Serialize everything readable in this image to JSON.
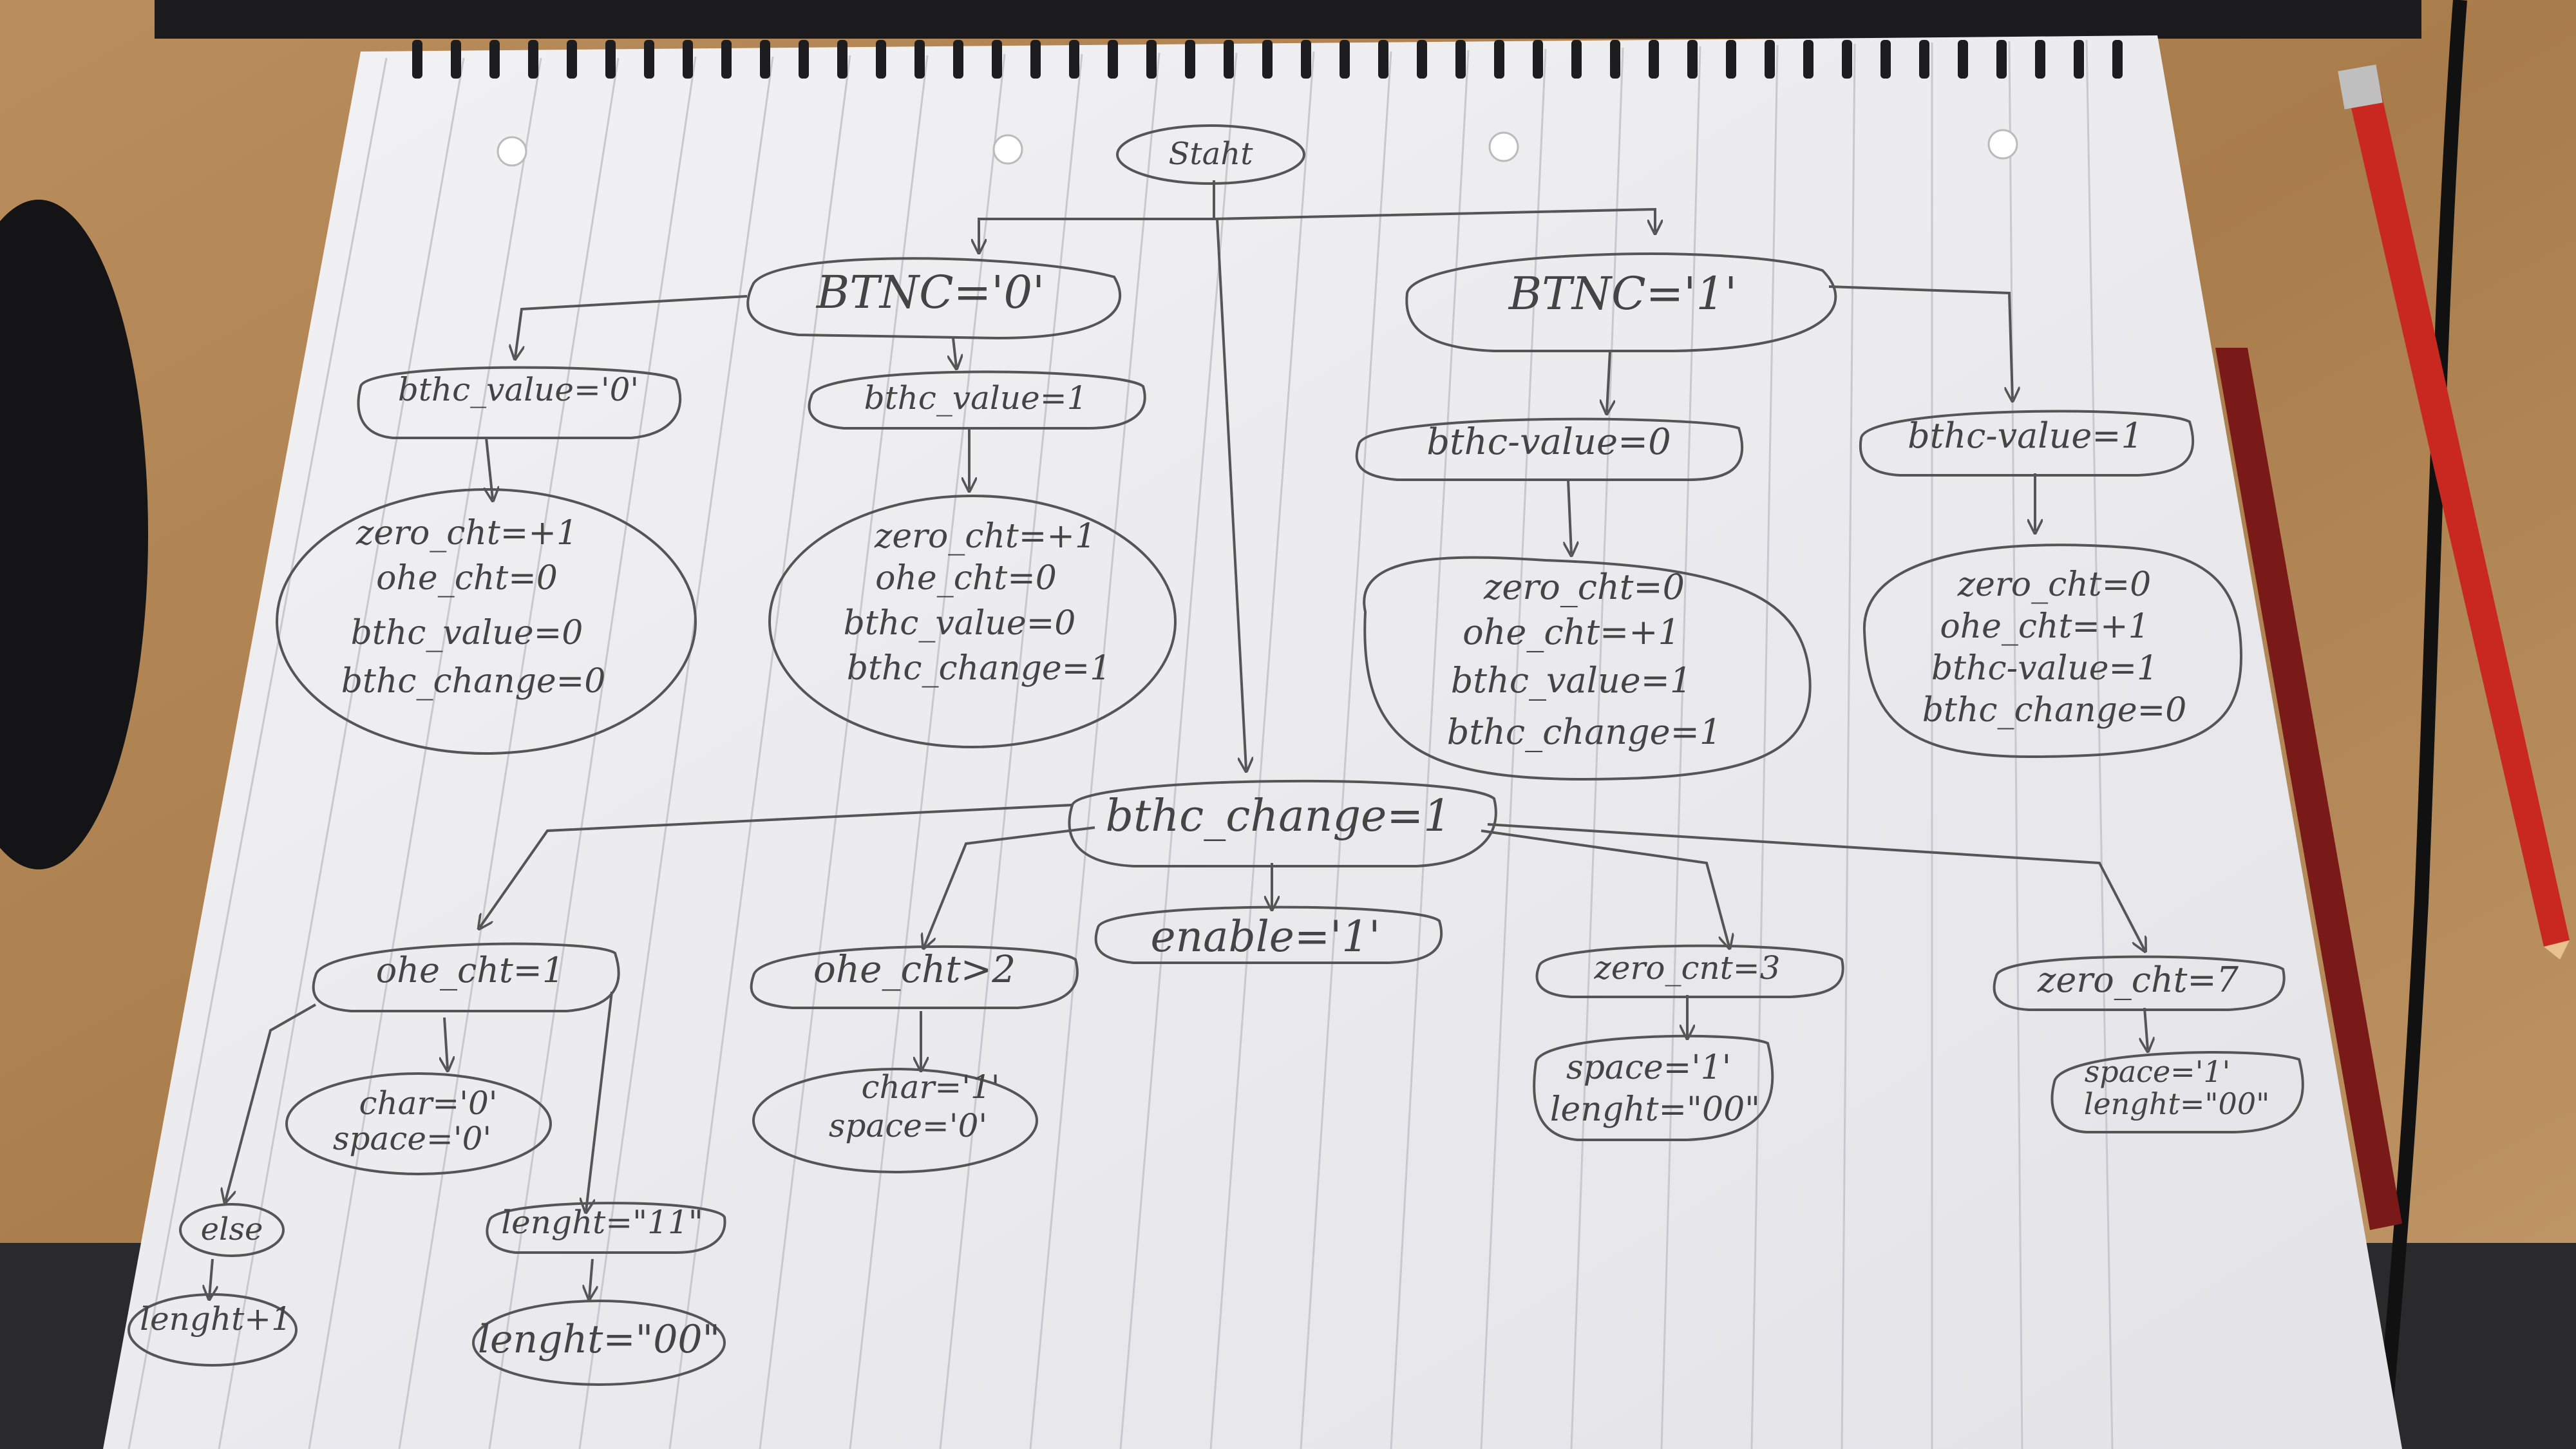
{
  "diagram": {
    "nodes": {
      "start": "Staht",
      "btnc0": "BTNC='0'",
      "btnc1": "BTNC='1'",
      "v0_left": "bthc_value='0'",
      "v1_left": "bthc_value=1",
      "v0_right": "bthc-value=0",
      "v1_right": "bthc-value=1",
      "box1": [
        "zero_cht=+1",
        "ohe_cht=0",
        "bthc_value=0",
        "bthc_change=0"
      ],
      "box2": [
        "zero_cht=+1",
        "ohe_cht=0",
        "bthc_value=0",
        "bthc_change=1"
      ],
      "box3": [
        "zero_cht=0",
        "ohe_cht=+1",
        "bthc_value=1",
        "bthc_change=1"
      ],
      "box4": [
        "zero_cht=0",
        "ohe_cht=+1",
        "bthc-value=1",
        "bthc_change=0"
      ],
      "change": "bthc_change=1",
      "enable": "enable='1'",
      "one1": "ohe_cht=1",
      "one2": "ohe_cht>2",
      "zero3": "zero_cnt=3",
      "zero7": "zero_cht=7",
      "char0": [
        "char='0'",
        "space='0'"
      ],
      "char1": [
        "char='1'",
        "space='0'"
      ],
      "space3": [
        "space='1'",
        "lenght=\"00\""
      ],
      "space7": [
        "space='1'",
        "lenght=\"00\""
      ],
      "else": "else",
      "len11": "lenght=\"11\"",
      "lenplus": "lenght+1",
      "len00": "lenght=\"00\""
    }
  }
}
